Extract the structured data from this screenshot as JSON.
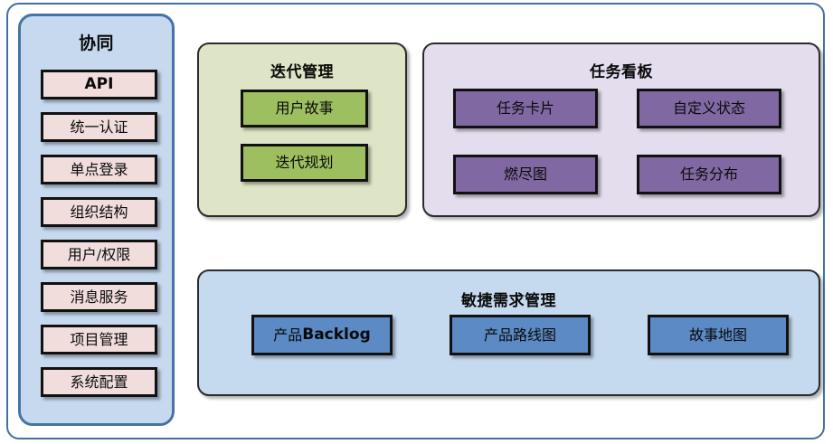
{
  "diagram": {
    "sidebar": {
      "title": "协同",
      "items": [
        {
          "label": "API",
          "style": "api"
        },
        {
          "label": "统一认证",
          "style": "cn"
        },
        {
          "label": "单点登录",
          "style": "cn"
        },
        {
          "label": "组织结构",
          "style": "cn"
        },
        {
          "label": "用户/权限",
          "style": "cn"
        },
        {
          "label": "消息服务",
          "style": "cn"
        },
        {
          "label": "项目管理",
          "style": "cn"
        },
        {
          "label": "系统配置",
          "style": "cn"
        }
      ],
      "panel_color": "#c6d9ef",
      "border_color": "#4573a7",
      "item_color": "#f2dddd"
    },
    "iteration": {
      "title": "迭代管理",
      "items": [
        {
          "label": "用户故事"
        },
        {
          "label": "迭代规划"
        }
      ],
      "panel_color": "#dde5c6",
      "item_color": "#9dbf5f"
    },
    "taskboard": {
      "title": "任务看板",
      "items": [
        {
          "label": "任务卡片"
        },
        {
          "label": "自定义状态"
        },
        {
          "label": "燃尽图"
        },
        {
          "label": "任务分布"
        }
      ],
      "panel_color": "#e4dded",
      "item_color": "#8069a2"
    },
    "agile": {
      "title": "敏捷需求管理",
      "items": [
        {
          "label": "产品Backlog",
          "prefix": "产品",
          "bold_part": "Backlog"
        },
        {
          "label": "产品路线图"
        },
        {
          "label": "故事地图"
        }
      ],
      "panel_color": "#c5d9ef",
      "item_color": "#5b8ac4"
    },
    "frame_border_color": "#44709f"
  }
}
